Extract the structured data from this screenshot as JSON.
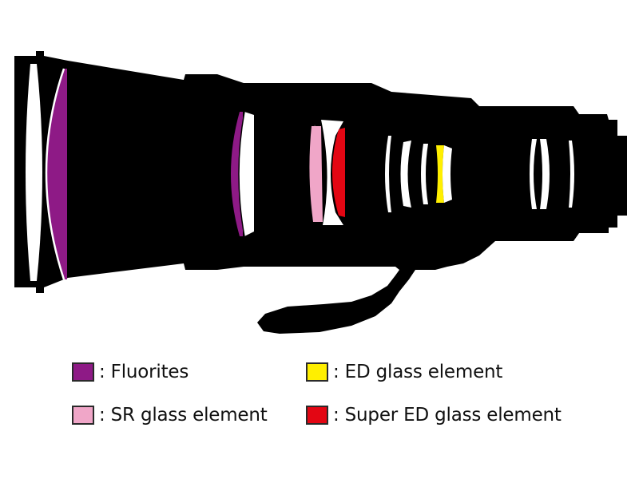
{
  "legend": {
    "fluorites": {
      "label": ": Fluorites",
      "color": "#8e1a86",
      "icon": "fluorite-swatch"
    },
    "sr_glass": {
      "label": ": SR glass element",
      "color": "#f0a6c8",
      "icon": "sr-glass-swatch"
    },
    "ed_glass": {
      "label": ": ED glass element",
      "color": "#ffef00",
      "icon": "ed-glass-swatch"
    },
    "super_ed_glass": {
      "label": ": Super ED glass element",
      "color": "#e30613",
      "icon": "super-ed-glass-swatch"
    }
  },
  "colors": {
    "lens_body": "#000000",
    "plain_element": "#ffffff",
    "background": "#ffffff"
  }
}
